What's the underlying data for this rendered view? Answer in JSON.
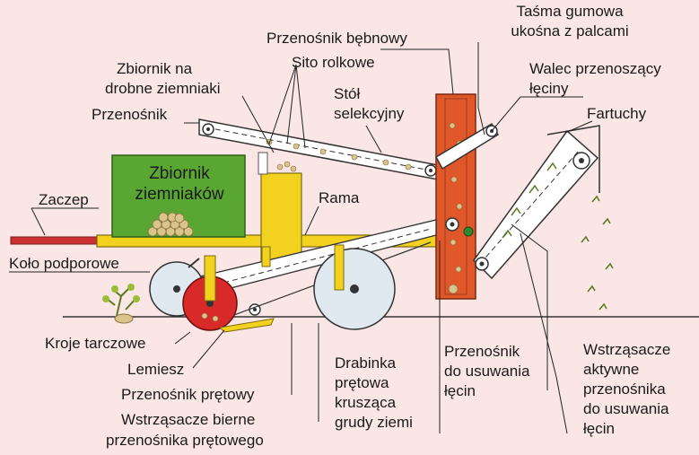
{
  "colors": {
    "background": "#fbe6e6",
    "frame_yellow": "#f2d21f",
    "tank_green": "#5aa632",
    "drum_orange": "#e0572a",
    "red_disc": "#d92a2a",
    "wheel_blue": "#dfe9ef",
    "hitch_red": "#cc3030",
    "leader_line": "#222222"
  },
  "labels": {
    "tasma_l1": "Taśma gumowa",
    "tasma_l2": "ukośna z palcami",
    "przenosnik_bebnowy": "Przenośnik bębnowy",
    "zbiornik_drobne_l1": "Zbiornik na",
    "zbiornik_drobne_l2": "drobne ziemniaki",
    "sito": "Sito rolkowe",
    "walec_l1": "Walec przenoszący",
    "walec_l2": "łęciny",
    "stol_l1": "Stół",
    "stol_l2": "selekcyjny",
    "przenosnik": "Przenośnik",
    "fartuchy": "Fartuchy",
    "zbiornik_l1": "Zbiornik",
    "zbiornik_l2": "ziemniaków",
    "zaczep": "Zaczep",
    "rama": "Rama",
    "kolo": "Koło podporowe",
    "kroje": "Kroje tarczowe",
    "lemiesz": "Lemiesz",
    "przenosnik_pretowy": "Przenośnik prętowy",
    "wstrz_bierne_l1": "Wstrząsacze bierne",
    "wstrz_bierne_l2": "przenośnika prętowego",
    "drabinka_l1": "Drabinka",
    "drabinka_l2": "prętowa",
    "drabinka_l3": "krusząca",
    "drabinka_l4": "grudy ziemi",
    "usuwanie_l1": "Przenośnik",
    "usuwanie_l2": "do usuwania",
    "usuwanie_l3": "łęcin",
    "wstrz_aktywne_l1": "Wstrząsacze",
    "wstrz_aktywne_l2": "aktywne",
    "wstrz_aktywne_l3": "przenośnika",
    "wstrz_aktywne_l4": "do usuwania",
    "wstrz_aktywne_l5": "łęcin"
  }
}
